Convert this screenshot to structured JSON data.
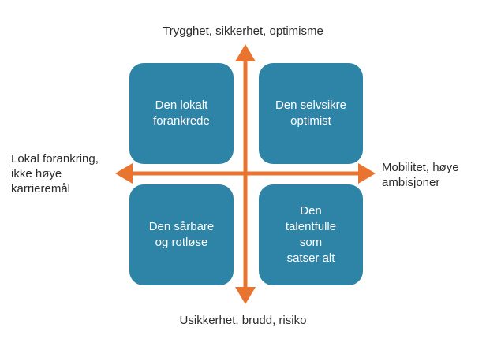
{
  "axes": {
    "top_label": "Trygghet, sikkerhet, optimisme",
    "bottom_label": "Usikkerhet, brudd, risiko",
    "left_label": "Lokal forankring,\nikke høye\nkarrieremål",
    "right_label": "Mobilitet, høye\nambisjoner"
  },
  "quadrants": {
    "top_left": "Den lokalt\nforankrede",
    "top_right": "Den selvsikre\noptimist",
    "bottom_left": "Den sårbare\nog rotløse",
    "bottom_right": "Den\ntalentfulle\nsom\nsatser alt"
  },
  "colors": {
    "quadrant_fill": "#2e84a6",
    "arrow": "#e8742f",
    "text": "#2b2b2b"
  }
}
